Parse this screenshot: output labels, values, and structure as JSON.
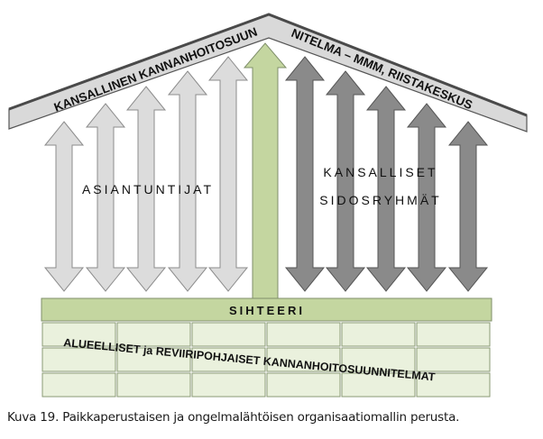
{
  "roof": {
    "left_text": "KANSALLINEN KANNANHOITOSUUN",
    "right_text": "NITELMA – MMM, RIISTAKESKUS"
  },
  "groups": {
    "left_label": "ASIANTUNTIJAT",
    "right_label_line1": "KANSALLISET",
    "right_label_line2": "SIDOSRYHMÄT"
  },
  "secretariat": {
    "label": "SIHTEERI"
  },
  "foundation": {
    "label": "ALUEELLISET ja REVIIRIPOHJAISET KANNANHOITOSUUNNITELMAT"
  },
  "colors": {
    "left_arrows": "#dcdcdc",
    "right_arrows": "#8a8a8a",
    "center_arrow": "#c4d6a0",
    "sihteeri_bar": "#c4d6a0",
    "foundation_grid": "#eaf1dd",
    "roof": "#d9d9d9",
    "outline": "#555555"
  },
  "caption": "Kuva 19. Paikkaperustaisen ja ongelmalähtöisen organisaatiomallin perusta."
}
